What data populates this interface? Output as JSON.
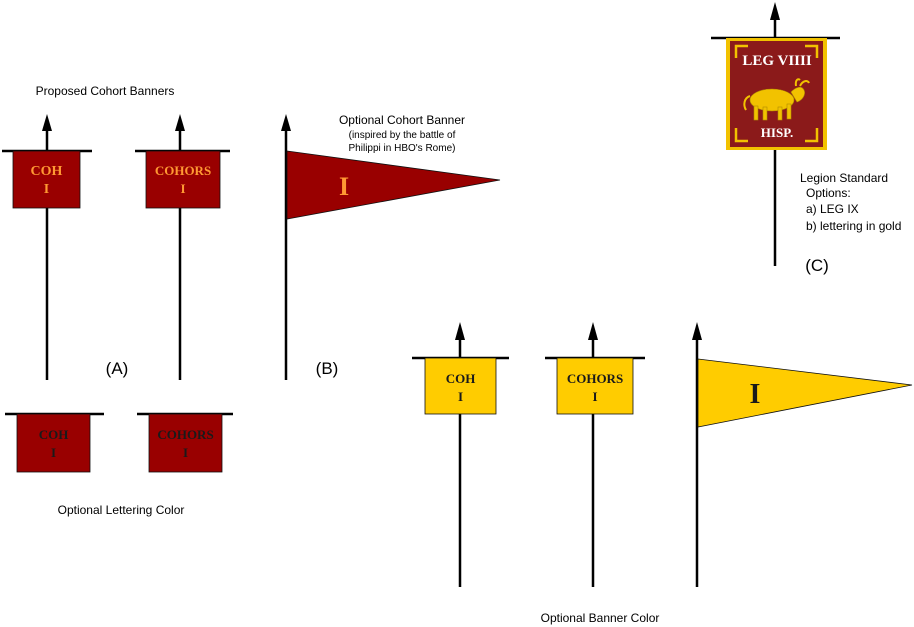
{
  "labels": {
    "proposed_title": "Proposed Cohort Banners",
    "optional_banner_title": "Optional Cohort Banner",
    "optional_banner_note_1": "(inspired by the battle of",
    "optional_banner_note_2": "Philippi in HBO's Rome)",
    "section_a": "(A)",
    "section_b": "(B)",
    "section_c": "(C)",
    "optional_lettering": "Optional Lettering Color",
    "optional_banner_color": "Optional Banner Color",
    "legion_title": "Legion Standard",
    "legion_options": "Options:",
    "legion_option_a": "a) LEG IX",
    "legion_option_b": "b) lettering in gold"
  },
  "banners": {
    "coh_line1": "COH",
    "coh_line2": "I",
    "cohors_line1": "COHORS",
    "cohors_line2": "I",
    "pennant": "I"
  },
  "legion_standard": {
    "top": "LEG VIIII",
    "bottom": "HISP."
  },
  "colors": {
    "crimson": "#990000",
    "gold": "#ffcc00",
    "orange_letter": "#ff9933",
    "dark_letter": "#1a1a1a",
    "legion_red": "#8b1a1a",
    "legion_gold": "#f2c200"
  }
}
